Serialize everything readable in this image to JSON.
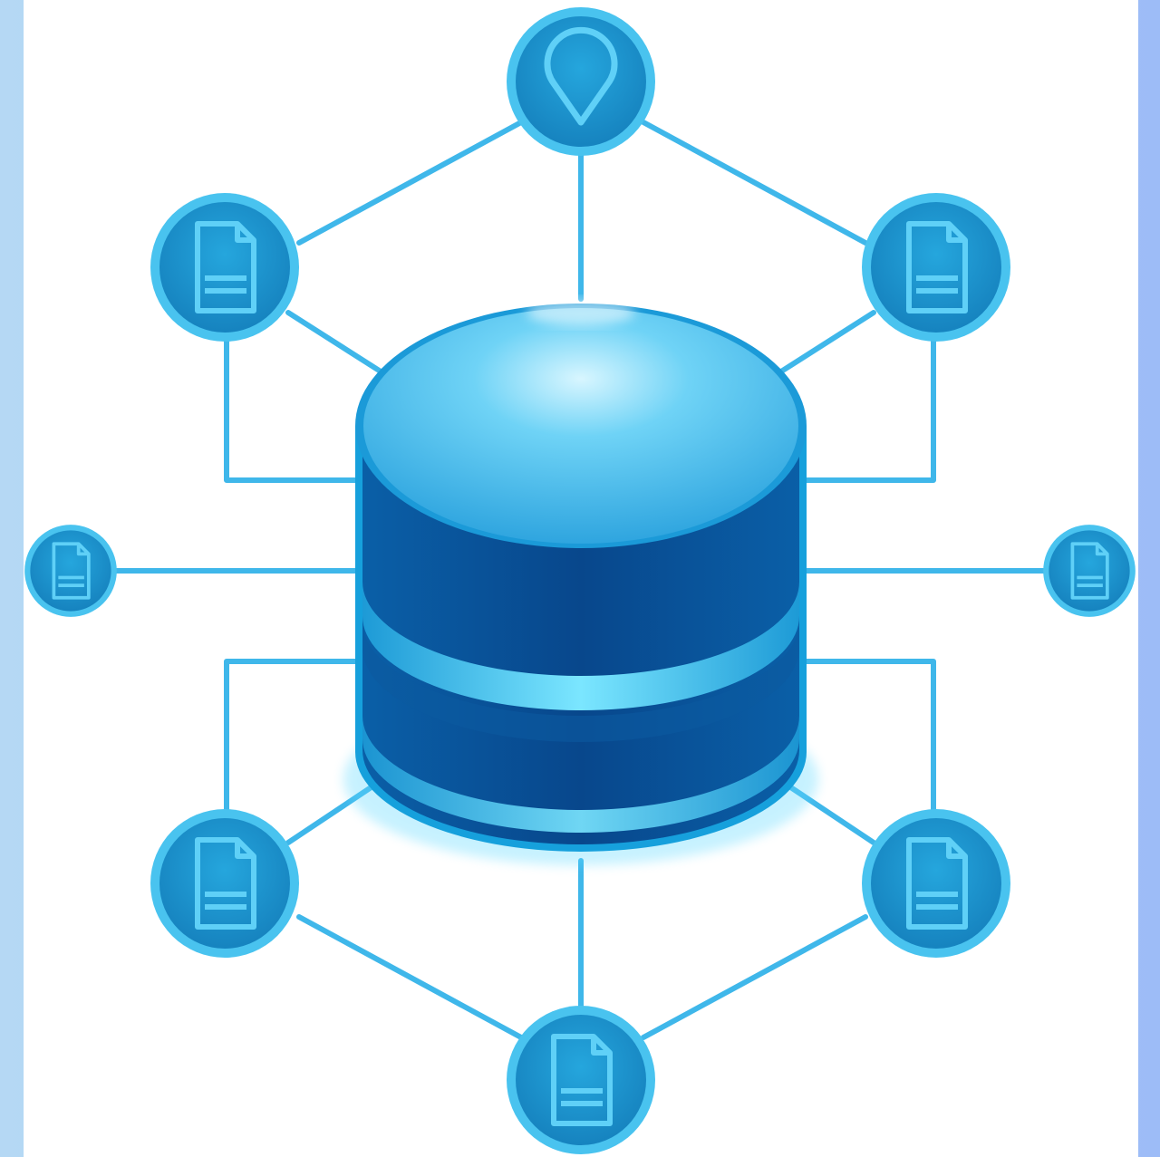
{
  "diagram": {
    "hub": {
      "icon": "database-icon"
    },
    "nodes": [
      {
        "id": "top",
        "icon": "location-pin-icon"
      },
      {
        "id": "upper-left",
        "icon": "document-icon"
      },
      {
        "id": "upper-right",
        "icon": "document-icon"
      },
      {
        "id": "mid-left",
        "icon": "document-icon"
      },
      {
        "id": "mid-right",
        "icon": "document-icon"
      },
      {
        "id": "lower-left",
        "icon": "document-icon"
      },
      {
        "id": "lower-right",
        "icon": "document-icon"
      },
      {
        "id": "bottom",
        "icon": "document-icon"
      }
    ]
  },
  "colors": {
    "node_fill": "#1a93cf",
    "node_ring": "#49c3ef",
    "line": "#3fb7ea",
    "db_top": "#4cc5f0",
    "db_body": "#0a4f94",
    "db_glow": "#5fd9ff"
  }
}
